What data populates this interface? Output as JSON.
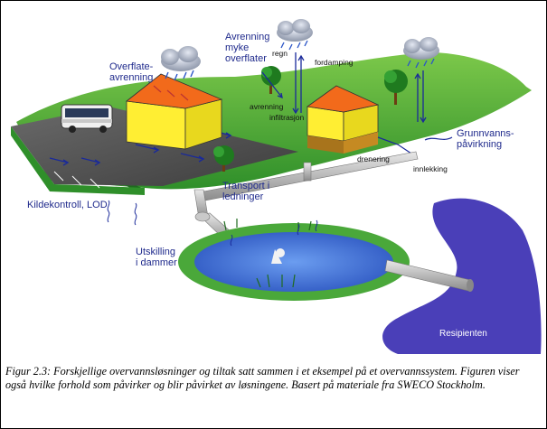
{
  "diagram": {
    "labels": {
      "overflateavrenning": "Overflate-\navrenning",
      "avrenning_myke": "Avrenning\nmyke\noverflater",
      "regn": "regn",
      "fordamping": "fordamping",
      "avrenning": "avrenning",
      "infiltrasjon": "infiltrasjon",
      "grunnvann": "Grunnvanns-\npåvirkning",
      "drenering": "drenering",
      "innlekking": "innlekking",
      "transport": "Transport i\nledninger",
      "kildekontroll": "Kildekontroll, LOD",
      "utskilling": "Utskilling\ni dammer",
      "resipienten": "Resipienten"
    },
    "colors": {
      "grass": "#2f9a2a",
      "grass_light": "#6ec43c",
      "road": "#555555",
      "house_wall": "#ffee33",
      "house_roof": "#f26a1b",
      "pond": "#3f6fd6",
      "recipient": "#4a3fb8",
      "label_text": "#1f2a8c"
    }
  },
  "caption": "Figur 2.3: Forskjellige overvannsløsninger og tiltak satt sammen i et eksempel på et overvannssystem. Figuren viser også hvilke forhold som påvirker og blir påvirket av løsningene. Basert på materiale fra SWECO Stockholm."
}
